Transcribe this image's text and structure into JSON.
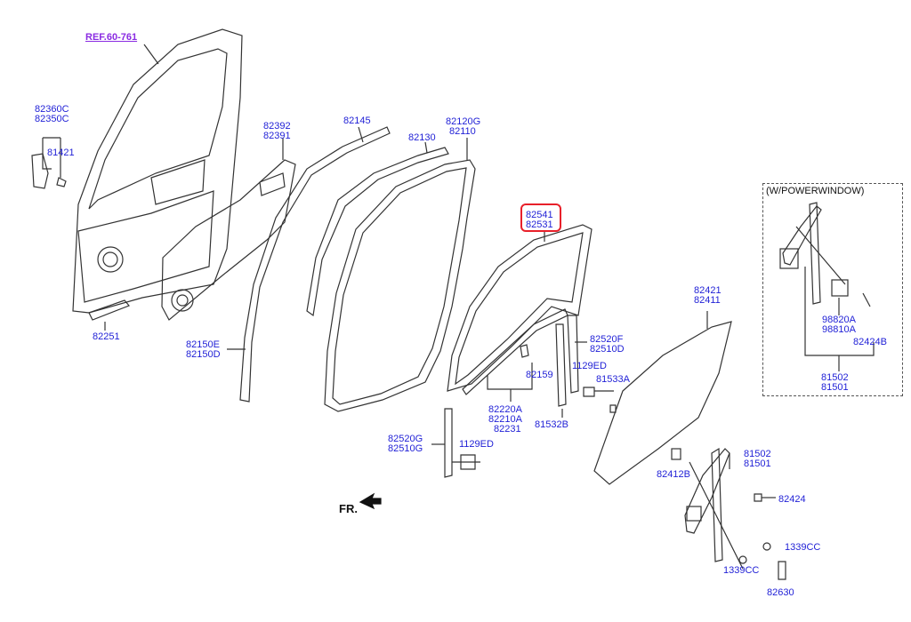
{
  "colors": {
    "label": "#1f1fd6",
    "ref_label": "#8a2be2",
    "highlight": "#e8202a",
    "line": "#333333"
  },
  "ref_label": "REF.60-761",
  "direction_label": "FR.",
  "inset_title": "(W/POWERWINDOW)",
  "labels": {
    "l82360C": "82360C",
    "l82350C": "82350C",
    "l81421": "81421",
    "l82251": "82251",
    "l82392": "82392",
    "l82391": "82391",
    "l82145": "82145",
    "l82150E": "82150E",
    "l82150D": "82150D",
    "l82130": "82130",
    "l82120G": "82120G",
    "l82110": "82110",
    "l82541": "82541",
    "l82531": "82531",
    "l82520F": "82520F",
    "l82510D": "82510D",
    "l1129ED_a": "1129ED",
    "l81533A": "81533A",
    "l82159": "82159",
    "l82220A": "82220A",
    "l82210A": "82210A",
    "l82231": "82231",
    "l81532B": "81532B",
    "l82520G": "82520G",
    "l82510G": "82510G",
    "l1129ED_b": "1129ED",
    "l82421": "82421",
    "l82411": "82411",
    "l82412B": "82412B",
    "l81502_a": "81502",
    "l81501_a": "81501",
    "l82424_a": "82424",
    "l1339CC_a": "1339CC",
    "l1339CC_b": "1339CC",
    "l82630": "82630",
    "l98820A": "98820A",
    "l98810A": "98810A",
    "l82424B": "82424B",
    "l81502_b": "81502",
    "l81501_b": "81501"
  }
}
